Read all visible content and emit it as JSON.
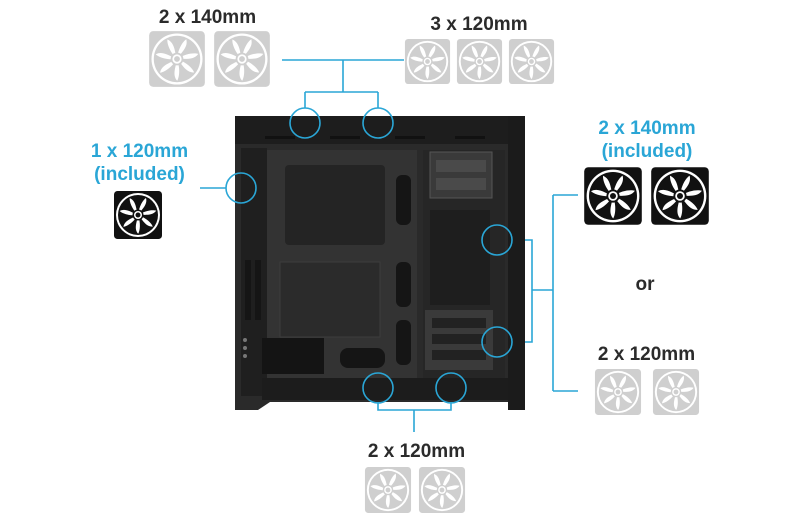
{
  "labels": {
    "top_140": "2 x 140mm",
    "top_120": "3 x 120mm",
    "rear_line1": "1 x 120mm",
    "rear_line2": "(included)",
    "front_140_line1": "2 x 140mm",
    "front_140_line2": "(included)",
    "front_or": "or",
    "front_120": "2 x 120mm",
    "bottom_120": "2 x 120mm"
  },
  "colors": {
    "accent_blue": "#2aa6d6",
    "fan_grey": "#cfcfcf",
    "fan_black": "#111111",
    "case_body": "#2a2a2a",
    "label_text": "#2b2b2b"
  },
  "icons": {
    "fan_optional": "fan-icon-grey",
    "fan_included": "fan-icon-black"
  }
}
